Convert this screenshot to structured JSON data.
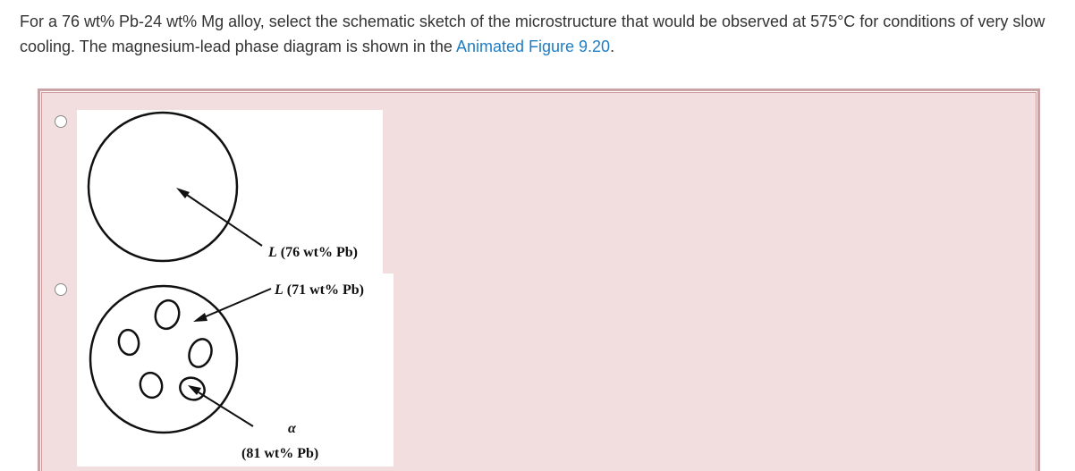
{
  "question": {
    "text": "For a 76 wt% Pb-24 wt% Mg alloy, select the schematic sketch of the microstructure that would be observed at 575°C for conditions of very slow cooling. The magnesium-lead phase diagram is shown in the ",
    "link_text": "Animated Figure 9.20",
    "end_text": "."
  },
  "options": [
    {
      "label_phase": "L",
      "label_text": " (76 wt% Pb)"
    },
    {
      "label_liquid_phase": "L",
      "label_liquid_text": " (71 wt% Pb)",
      "label_alpha": "α",
      "label_alpha_comp": "(81 wt% Pb)"
    }
  ],
  "colors": {
    "link": "#1f7dc4",
    "answer_bg": "#f2dedf",
    "answer_border": "#c9a3a5"
  }
}
